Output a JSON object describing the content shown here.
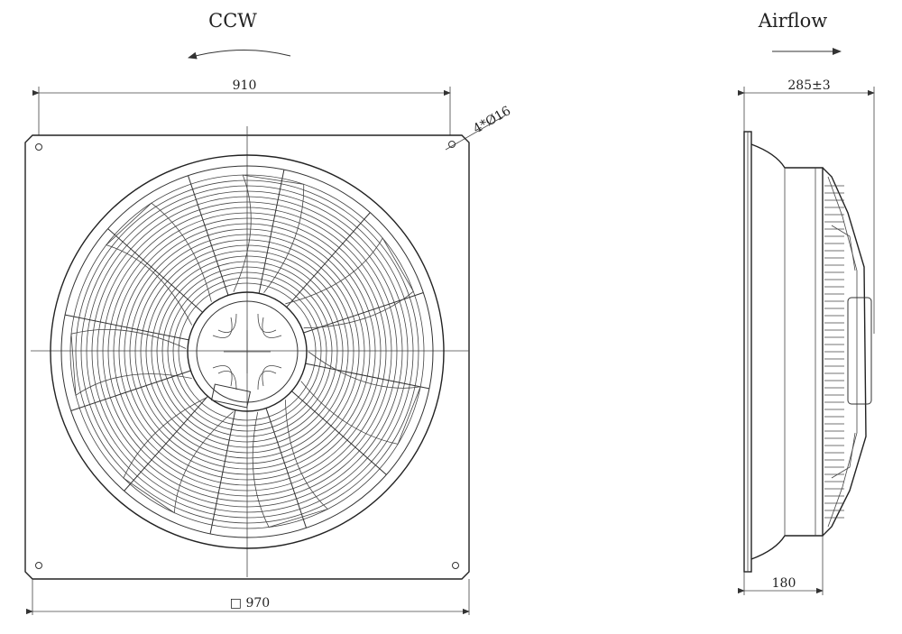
{
  "front_view": {
    "rotation_label": "CCW",
    "width_dim": "910",
    "hole_dim": "4*Ø16",
    "frame_dim": "□ 970"
  },
  "side_view": {
    "airflow_label": "Airflow",
    "depth_dim": "285±3",
    "base_dim": "180"
  }
}
